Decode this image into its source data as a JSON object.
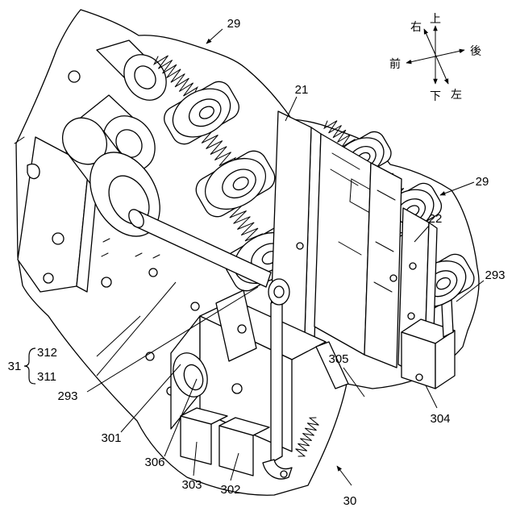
{
  "figure": {
    "reference_numerals": {
      "n29_top": "29",
      "n29_right": "29",
      "n21": "21",
      "n22": "22",
      "n293_right": "293",
      "n293_left": "293",
      "n31": "31",
      "n312": "312",
      "n311": "311",
      "n301": "301",
      "n306": "306",
      "n303": "303",
      "n302": "302",
      "n305": "305",
      "n304": "304",
      "n30": "30"
    },
    "compass": {
      "up": "上",
      "down": "下",
      "front": "前",
      "back": "後",
      "right": "右",
      "left": "左"
    },
    "colors": {
      "ink": "#000000",
      "paper": "#ffffff"
    }
  }
}
